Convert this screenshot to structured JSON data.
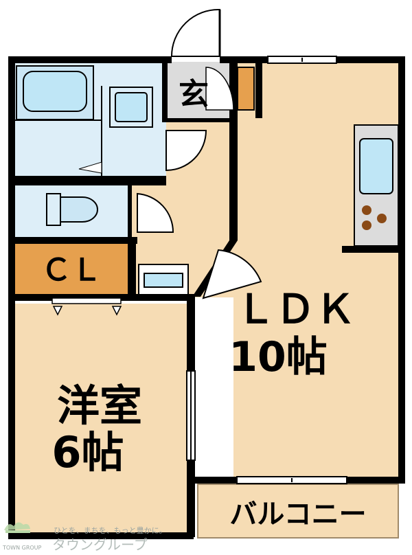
{
  "floorplan": {
    "rooms": {
      "ldk": {
        "name": "ＬＤＫ",
        "size": "10帖"
      },
      "western": {
        "name": "洋室",
        "size": "6帖"
      },
      "closet": {
        "name": "ＣＬ"
      },
      "entrance": {
        "name": "玄"
      },
      "balcony": {
        "name": "バルコニー"
      }
    }
  },
  "watermark": {
    "tagline": "ひとを、まちを、もっと豊かに。",
    "brand": "タウングループ",
    "logo_text": "TOWN GROUP"
  },
  "colors": {
    "room_fill": "#f6dcb4",
    "bath_fill": "#ddeef8",
    "closet_fill": "#e6a04e",
    "wall": "#000000"
  }
}
